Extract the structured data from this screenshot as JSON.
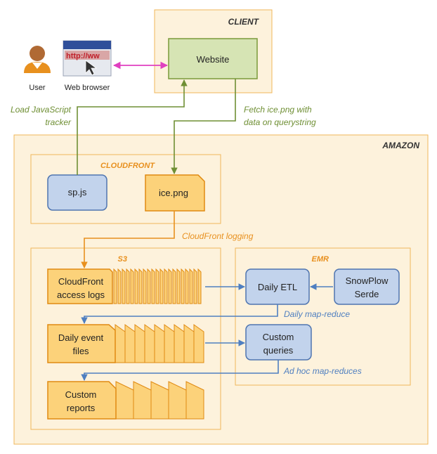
{
  "sections": {
    "client": "CLIENT",
    "amazon": "AMAZON",
    "cloudfront": "CLOUDFRONT",
    "s3": "S3",
    "emr": "EMR"
  },
  "actors": {
    "user": "User",
    "browser": "Web browser",
    "browser_screen_text": "http://ww"
  },
  "nodes": {
    "website": "Website",
    "spjs": "sp.js",
    "icepng": "ice.png",
    "cf_logs_line1": "CloudFront",
    "cf_logs_line2": "access logs",
    "daily_events_line1": "Daily event",
    "daily_events_line2": "files",
    "custom_reports_line1": "Custom",
    "custom_reports_line2": "reports",
    "daily_etl": "Daily ETL",
    "snowplow_line1": "SnowPlow",
    "snowplow_line2": "Serde",
    "custom_queries_line1": "Custom",
    "custom_queries_line2": "queries"
  },
  "flows": {
    "load_tracker_line1": "Load JavaScript",
    "load_tracker_line2": "tracker",
    "fetch_line1": "Fetch ice.png with",
    "fetch_line2": "data on querystring",
    "cloudfront_logging": "CloudFront logging",
    "daily_map_reduce": "Daily map-reduce",
    "ad_hoc_map_reduces": "Ad hoc map-reduces"
  },
  "colors": {
    "region_fill": "#fdf2dc",
    "region_stroke": "#f0b75a",
    "section_title_orange": "#e8901e",
    "website_fill": "#d6e4b4",
    "website_stroke": "#7a9a3a",
    "blue_fill": "#c2d3ec",
    "blue_stroke": "#4f75b0",
    "orange_fill": "#fcd27a",
    "orange_stroke": "#e08a12",
    "green_arrow": "#6f8f34",
    "orange_arrow": "#e8901e",
    "blue_arrow": "#4f7fc0",
    "magenta_arrow": "#e040c0",
    "label_green": "#6f8f34",
    "label_orange": "#e8901e",
    "label_blue": "#4f7fc0"
  }
}
